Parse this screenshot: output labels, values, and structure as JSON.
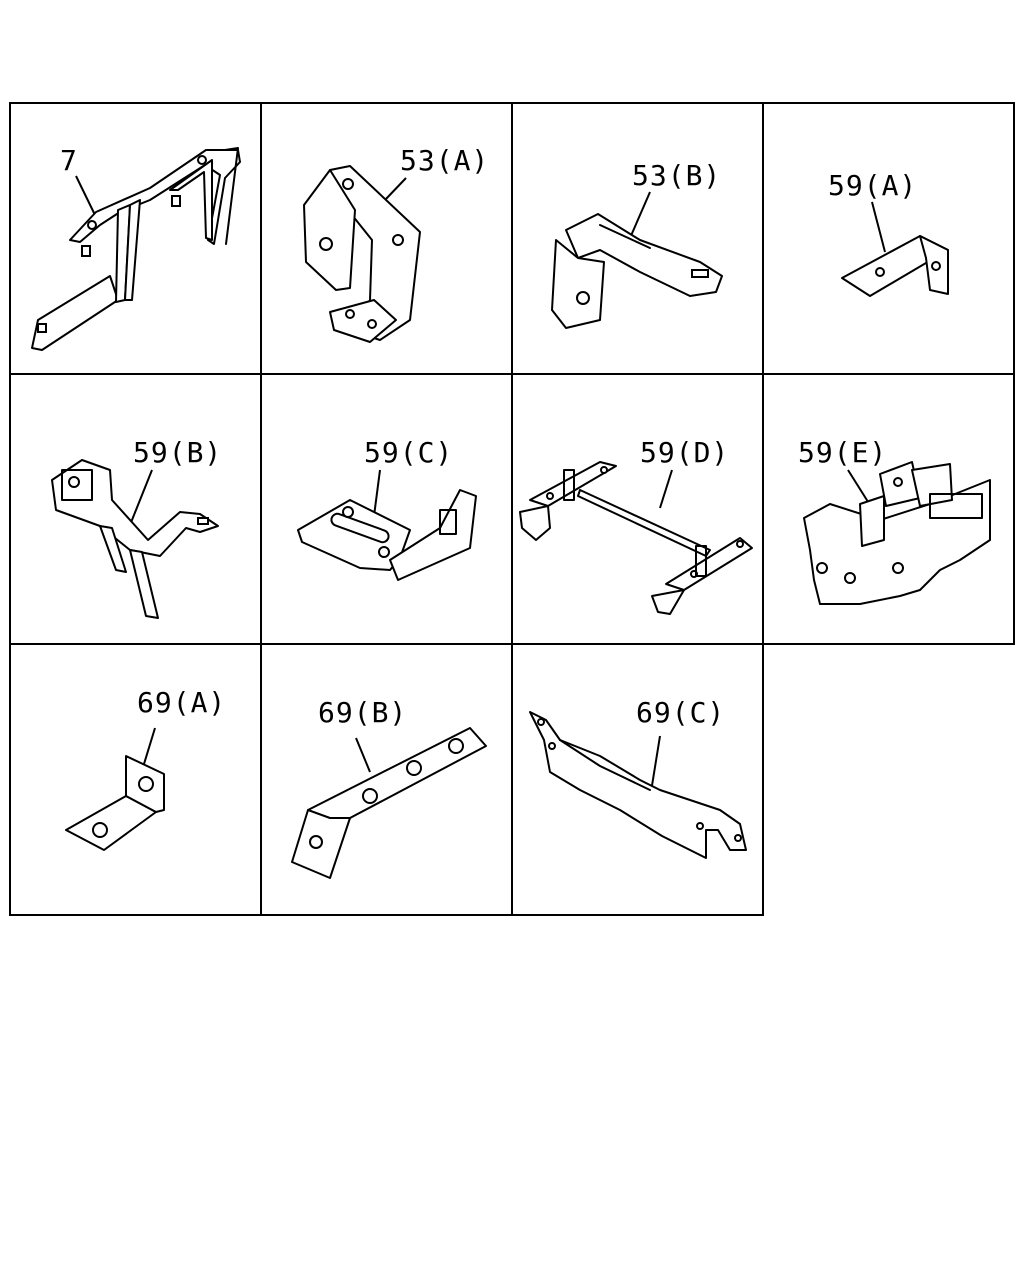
{
  "diagram": {
    "cells": [
      {
        "id": "7",
        "label": "7"
      },
      {
        "id": "53a",
        "label": "53(A)"
      },
      {
        "id": "53b",
        "label": "53(B)"
      },
      {
        "id": "59a",
        "label": "59(A)"
      },
      {
        "id": "59b",
        "label": "59(B)"
      },
      {
        "id": "59c",
        "label": "59(C)"
      },
      {
        "id": "59d",
        "label": "59(D)"
      },
      {
        "id": "59e",
        "label": "59(E)"
      },
      {
        "id": "69a",
        "label": "69(A)"
      },
      {
        "id": "69b",
        "label": "69(B)"
      },
      {
        "id": "69c",
        "label": "69(C)"
      }
    ]
  }
}
